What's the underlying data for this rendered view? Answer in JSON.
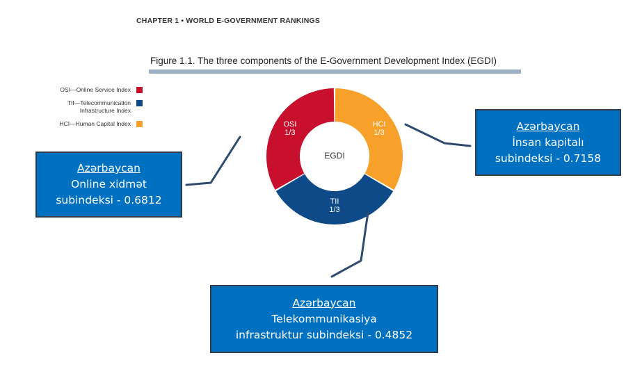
{
  "header": {
    "chapter": "CHAPTER 1 • WORLD E-GOVERNMENT RANKINGS"
  },
  "figure": {
    "title": "Figure 1.1.   The three components of the E-Government Development Index (EGDI)"
  },
  "legend": [
    {
      "label": "OSI—Online Service Index",
      "color": "#c8102e"
    },
    {
      "label": "TII—Telecommunication\nInfrastructure Index",
      "color": "#0d4a87"
    },
    {
      "label": "HCI—Human Capital Index",
      "color": "#f7a12a"
    }
  ],
  "chart_data": {
    "type": "pie",
    "title": "Figure 1.1.   The three components of the E-Government Development Index (EGDI)",
    "center_label": "EGDI",
    "slices": [
      {
        "name": "OSI",
        "label": "1/3",
        "value": 0.3333,
        "color": "#c8102e"
      },
      {
        "name": "HCI",
        "label": "1/3",
        "value": 0.3333,
        "color": "#f7a12a"
      },
      {
        "name": "TII",
        "label": "1/3",
        "value": 0.3333,
        "color": "#0d4a87"
      }
    ],
    "legend_position": "left"
  },
  "callouts": {
    "osi": {
      "country": "Azərbaycan",
      "line1": "Online xidmət",
      "line2": "subindeksi - 0.6812"
    },
    "hci": {
      "country": "Azərbaycan",
      "line1": "İnsan kapitalı",
      "line2": "subindeksi - 0.7158"
    },
    "tii": {
      "country": "Azərbaycan",
      "line1": "Telekommunikasiya",
      "line2": "infrastruktur subindeksi - 0.4852"
    }
  },
  "colors": {
    "callout_bg": "#0070c0",
    "connector": "#2e4a6e",
    "title_bar": "#9bb0c4"
  }
}
